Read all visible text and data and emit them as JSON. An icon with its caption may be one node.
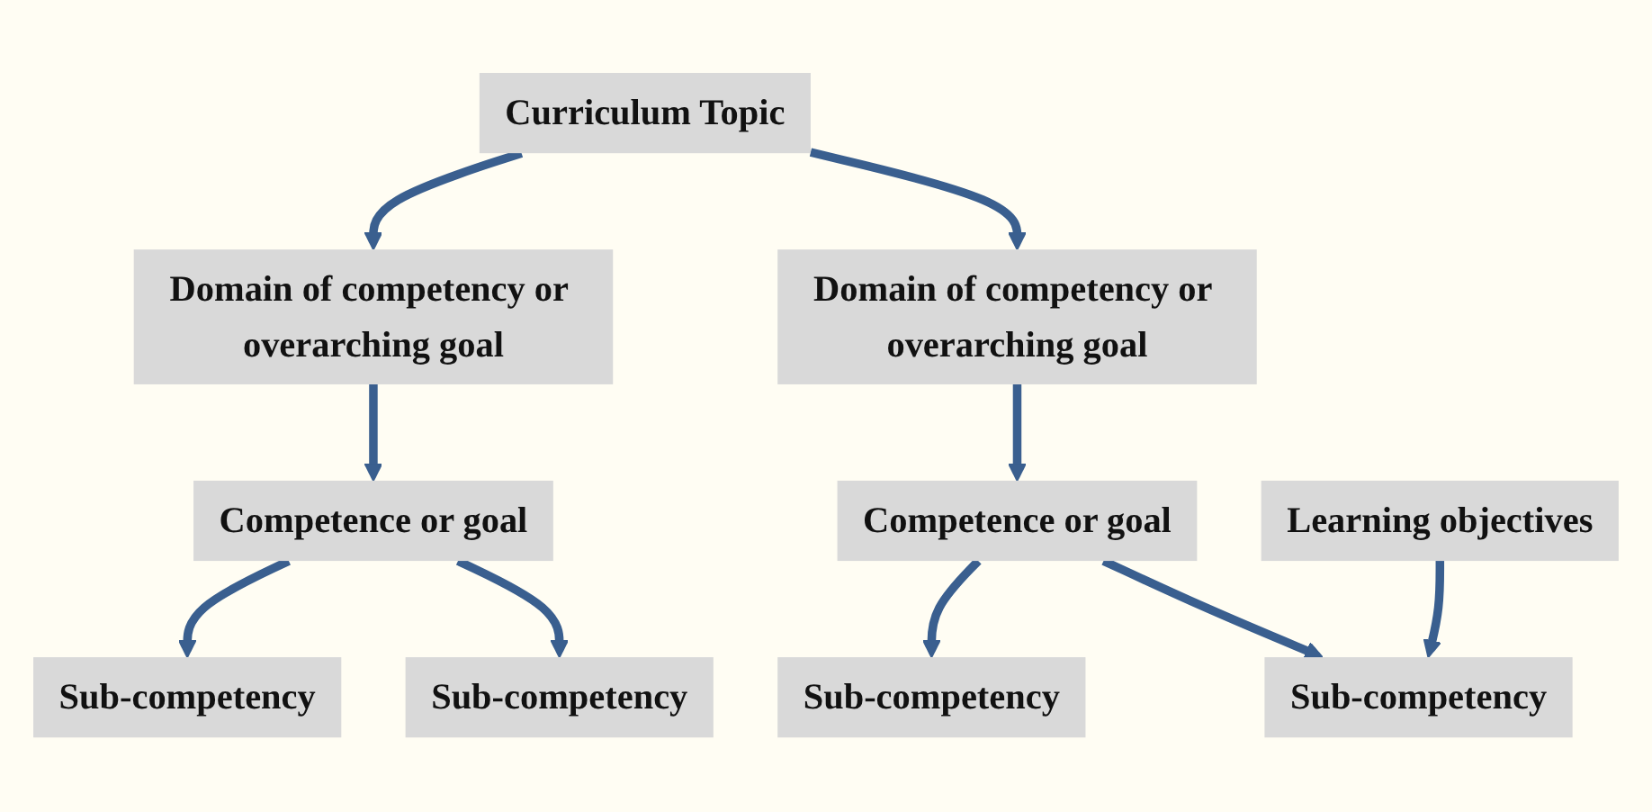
{
  "diagram": {
    "nodes": [
      {
        "text": [
          "Curriculum Topic"
        ]
      },
      {
        "text": [
          "Domain of competency or overarching goal"
        ]
      },
      {
        "text": [
          "Domain of competency or overarching goal"
        ]
      },
      {
        "text": [
          "Competence or goal"
        ]
      },
      {
        "text": [
          "Competence or goal"
        ]
      },
      {
        "text": [
          "Sub-competency"
        ]
      },
      {
        "text": [
          "Sub-competency"
        ]
      },
      {
        "text": [
          "Sub-competency"
        ]
      },
      {
        "text": [
          "Sub-competency"
        ]
      },
      {
        "text": [
          "Learning objectives"
        ]
      }
    ],
    "edges": [
      {
        "from": 0,
        "to": 1,
        "arrow": "to"
      },
      {
        "from": 0,
        "to": 2,
        "arrow": "to"
      },
      {
        "from": 1,
        "to": 3,
        "arrow": "to"
      },
      {
        "from": 2,
        "to": 4,
        "arrow": "to"
      },
      {
        "from": 3,
        "to": 5,
        "arrow": "to"
      },
      {
        "from": 3,
        "to": 6,
        "arrow": "to"
      },
      {
        "from": 4,
        "to": 7,
        "arrow": "to"
      },
      {
        "from": 4,
        "to": 8,
        "arrow": "to"
      },
      {
        "from": 9,
        "to": 5,
        "arrow": "to"
      }
    ]
  }
}
